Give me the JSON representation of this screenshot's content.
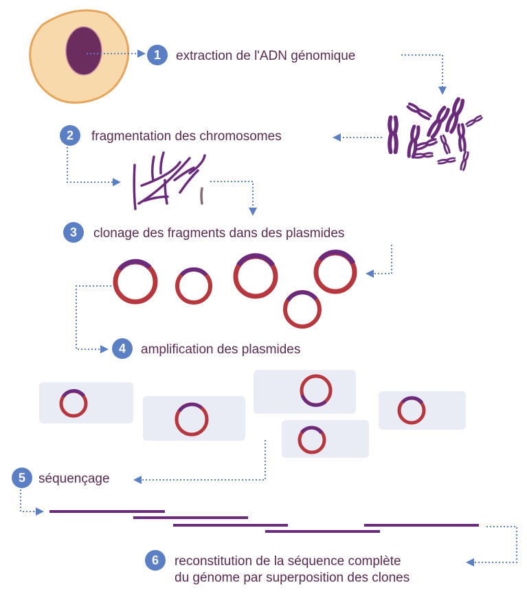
{
  "steps": [
    {
      "number": "1",
      "label": "extraction de l'ADN génomique"
    },
    {
      "number": "2",
      "label": "fragmentation des chromosomes"
    },
    {
      "number": "3",
      "label": "clonage des fragments dans des plasmides"
    },
    {
      "number": "4",
      "label": "amplification des plasmides"
    },
    {
      "number": "5",
      "label": "séquençage"
    },
    {
      "number": "6",
      "label_line1": "reconstitution de la séquence complète",
      "label_line2": "du génome par superposition des clones"
    }
  ],
  "colors": {
    "step_badge": "#5b7fc4",
    "arrow": "#5b7fc4",
    "text": "#5a2a52",
    "cell_cytoplasm": "#f7d9ab",
    "cell_membrane": "#e7a45a",
    "nucleus": "#6a2d5e",
    "chromosome": "#6b2a7c",
    "plasmid": "#b8363e",
    "plasmid_insert": "#6b2a7c",
    "culture_box": "#e9ebf5",
    "sequence_read": "#6b2a7c"
  },
  "icons": [
    "cell-icon",
    "chromosome-icon",
    "dna-fragment-icon",
    "plasmid-icon",
    "culture-plate-icon",
    "sequence-read-icon"
  ]
}
